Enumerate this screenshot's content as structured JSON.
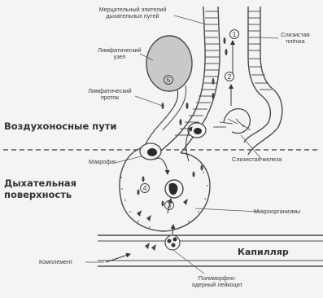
{
  "labels": {
    "epithelium": "Мерцательный эпителий\nдыхательных путей",
    "mucous_membrane": "Слизистая\nплёнка",
    "lymph_node": "Лимфатический\nузел",
    "lymph_duct": "Лимфатический\nпроток",
    "airways": "Воздухоносные пути",
    "macrophage": "Макрофаг",
    "mucous_gland": "Слизистая железа",
    "respiratory_surface": "Дыхательная\nповерхность",
    "microorganisms": "Микроорганизмы",
    "capillary": "Капилляр",
    "complement": "Комплемент",
    "pmn_leukocyte": "Полиморфно-\nядерный лейкоцит"
  },
  "step_numbers": [
    "1",
    "2",
    "3",
    "4",
    "5"
  ],
  "colors": {
    "line": "#4a4a4a",
    "node_fill": "#c9c9c9",
    "background": "#f4f4f2",
    "text": "#3a3a3a"
  }
}
